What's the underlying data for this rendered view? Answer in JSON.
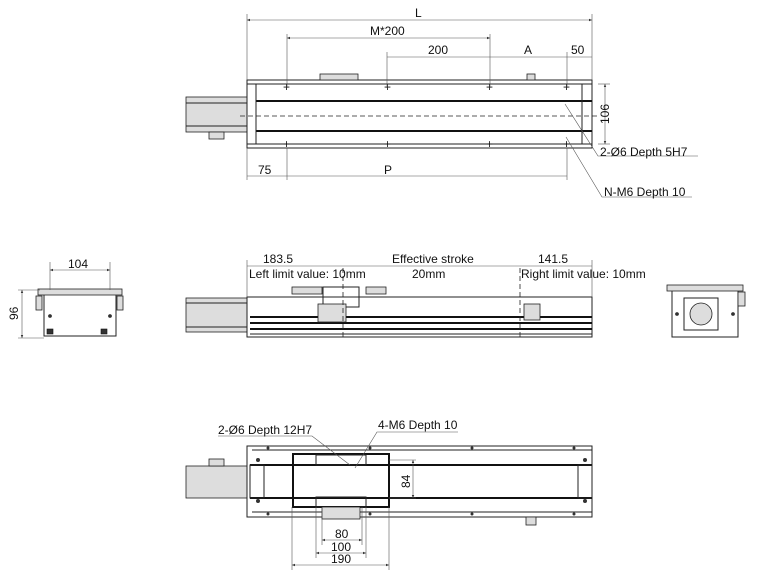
{
  "top_view": {
    "dim_L": "L",
    "dim_M200": "M*200",
    "dim_200": "200",
    "dim_A": "A",
    "dim_50": "50",
    "dim_106": "106",
    "dim_75": "75",
    "dim_P": "P",
    "note_pin_holes": "2-Ø6 Depth 5H7",
    "note_mount_holes": "N-M6 Depth 10"
  },
  "front_view": {
    "dim_left": "183.5",
    "dim_stroke_label": "Effective stroke",
    "dim_right": "141.5",
    "left_limit": "Left limit value: 10mm",
    "stroke_value": "20mm",
    "right_limit": "Right limit value: 10mm"
  },
  "side_view": {
    "dim_width": "104",
    "dim_height": "96"
  },
  "bottom_view": {
    "note_pin_holes": "2-Ø6 Depth 12H7",
    "note_mount_holes": "4-M6 Depth 10",
    "dim_84": "84",
    "dim_80": "80",
    "dim_100": "100",
    "dim_190": "190"
  }
}
